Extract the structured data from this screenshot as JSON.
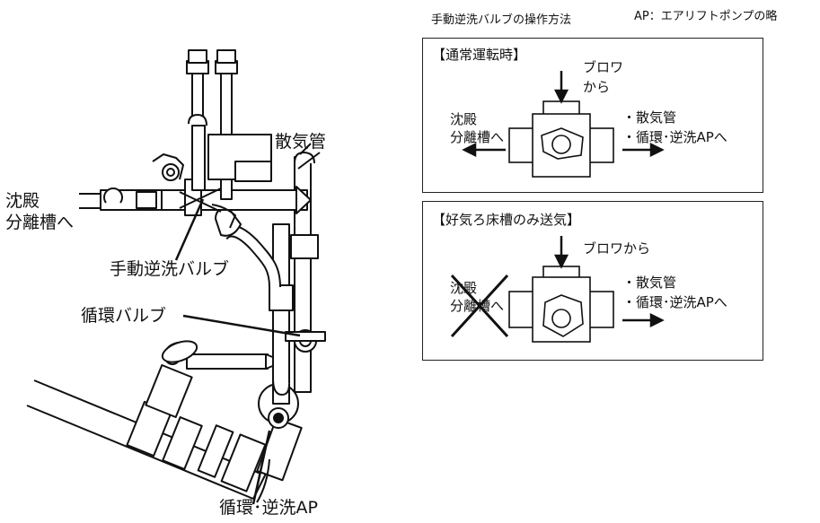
{
  "left": {
    "label_sankikan": "散気管",
    "label_chinden_line1": "沈殿",
    "label_chinden_line2": "分離槽へ",
    "label_manual_valve": "手動逆洗バルブ",
    "label_circ_valve": "循環バルブ",
    "label_circ_ap": "循環･逆洗AP"
  },
  "right": {
    "title": "手動逆洗バルブの操作方法",
    "note": "AP：エアリフトポンプの略",
    "panel1": {
      "heading": "【通常運転時】",
      "blower_line1": "ブロワ",
      "blower_line2": "から",
      "left_line1": "沈殿",
      "left_line2": "分離槽へ",
      "right_line1": "・散気管",
      "right_line2": "・循環･逆洗APへ"
    },
    "panel2": {
      "heading": "【好気ろ床槽のみ送気】",
      "blower": "ブロワから",
      "left_line1": "沈殿",
      "left_line2": "分離槽へ",
      "right_line1": "・散気管",
      "right_line2": "・循環･逆洗APへ"
    }
  },
  "colors": {
    "line": "#111111",
    "panel_border": "#222222",
    "background": "#ffffff"
  }
}
